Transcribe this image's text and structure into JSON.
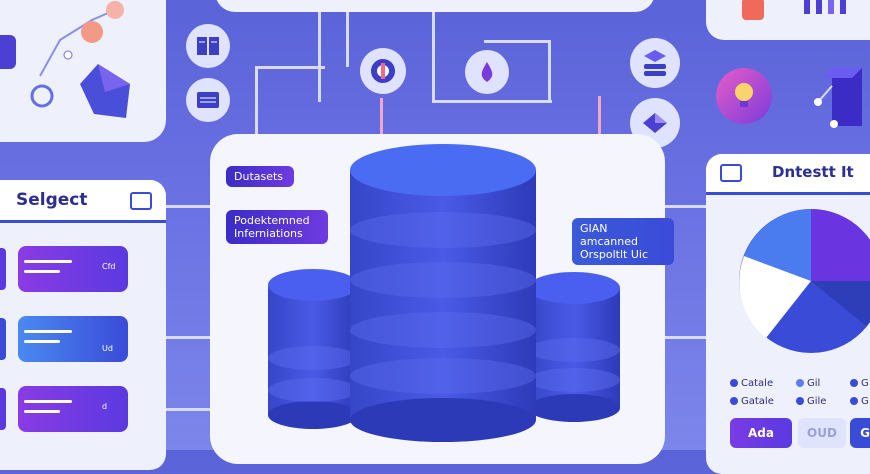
{
  "left_panel": {
    "title": "Selgect",
    "rows": [
      {
        "label": "Cfd"
      },
      {
        "label": "Ud"
      },
      {
        "label": "d"
      }
    ]
  },
  "center": {
    "tag_top": "Dutasets",
    "tag_mid": "Podektemned Inferniations",
    "tag_right": "GIAN amcanned Orspoltlt Uic"
  },
  "right_panel": {
    "title": "Dntestt It",
    "legend": [
      {
        "label": "Catale",
        "color": "#3a4bd8"
      },
      {
        "label": "Gil",
        "color": "#5b7df0"
      },
      {
        "label": "G",
        "color": "#3a4bd8"
      },
      {
        "label": "Gatale",
        "color": "#3a4bd8"
      },
      {
        "label": "Gile",
        "color": "#3a4bd8"
      },
      {
        "label": "G",
        "color": "#3a4bd8"
      }
    ],
    "buttons": [
      {
        "label": "Ada"
      },
      {
        "label": "OUD"
      },
      {
        "label": "G"
      }
    ]
  },
  "colors": {
    "accent": "#6a35e0",
    "blue": "#3a4bd8",
    "cylinder": "#3a4ad6",
    "panel": "#eef0fb"
  }
}
